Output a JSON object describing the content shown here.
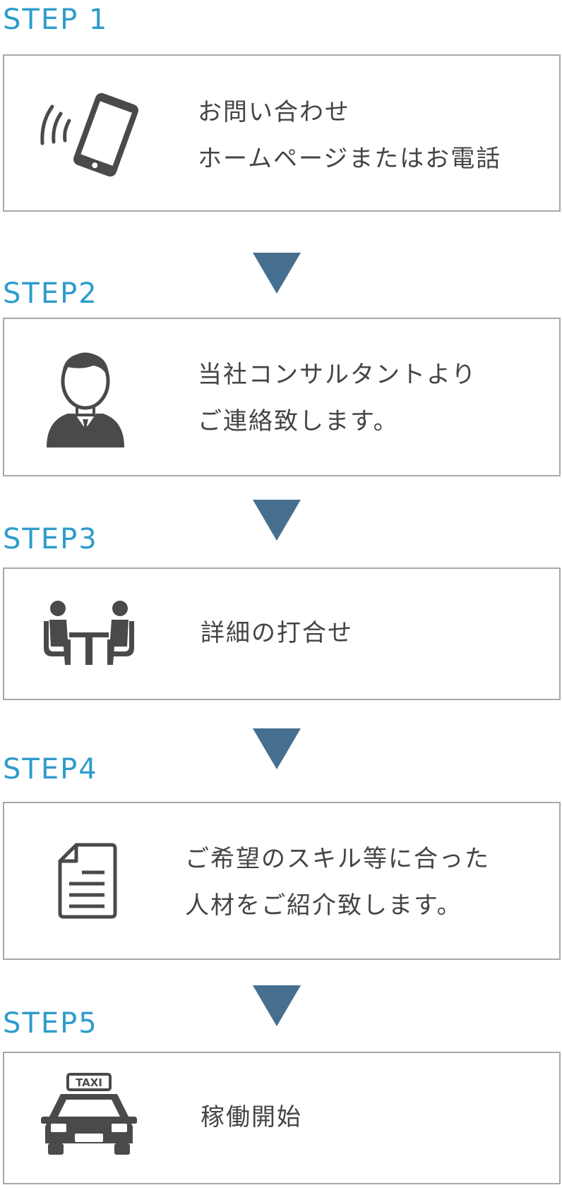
{
  "colors": {
    "step_label": "#2e9ccb",
    "box_border": "#a8a8a8",
    "text": "#444444",
    "icon": "#4a4a4a",
    "arrow": "#466f8f"
  },
  "steps": [
    {
      "label": "STEP 1",
      "icon": "smartphone-icon",
      "lines": [
        "お問い合わせ",
        "ホームページまたはお電話"
      ]
    },
    {
      "label": "STEP2",
      "icon": "consultant-icon",
      "lines": [
        "当社コンサルタントより",
        "ご連絡致します。"
      ]
    },
    {
      "label": "STEP3",
      "icon": "meeting-icon",
      "lines": [
        "詳細の打合せ"
      ]
    },
    {
      "label": "STEP4",
      "icon": "document-icon",
      "lines": [
        "ご希望のスキル等に合った",
        "人材をご紹介致します。"
      ]
    },
    {
      "label": "STEP5",
      "icon": "taxi-icon",
      "lines": [
        "稼働開始"
      ]
    }
  ]
}
